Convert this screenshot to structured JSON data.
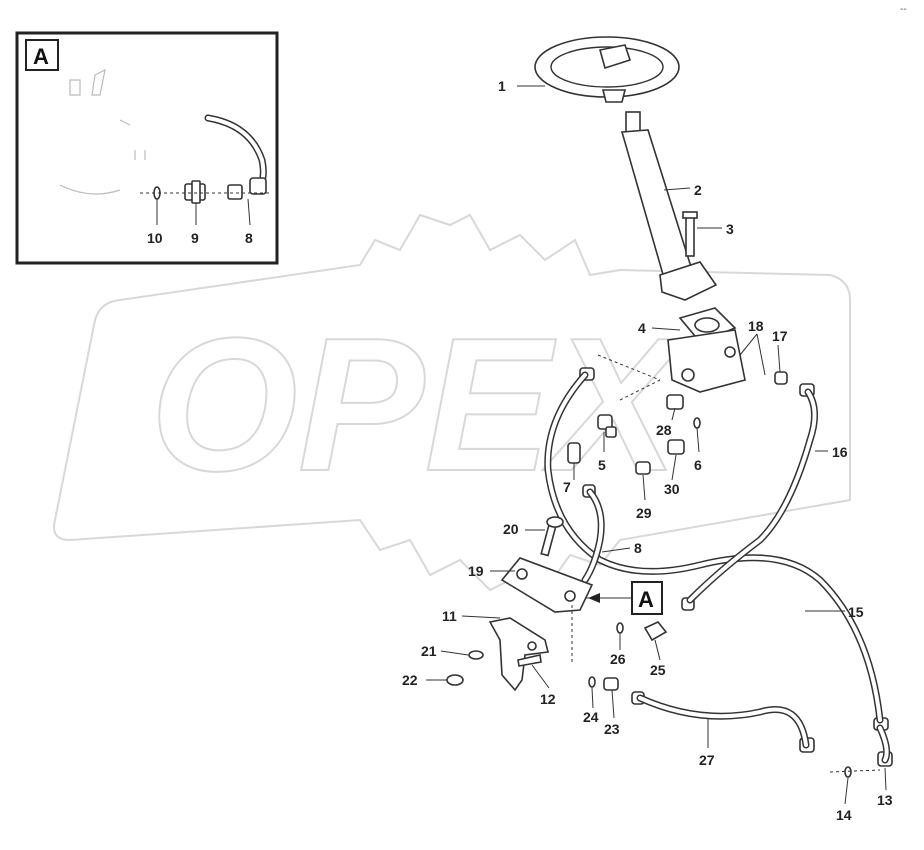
{
  "inset": {
    "tag": "A",
    "callouts": [
      "10",
      "9",
      "8"
    ]
  },
  "callouts": {
    "c1": "1",
    "c2": "2",
    "c3": "3",
    "c4": "4",
    "c5": "5",
    "c6": "6",
    "c7": "7",
    "c8": "8",
    "c11": "11",
    "c12": "12",
    "c13": "13",
    "c14": "14",
    "c15": "15",
    "c16": "16",
    "c17": "17",
    "c18": "18",
    "c19": "19",
    "c20": "20",
    "c21": "21",
    "c22": "22",
    "c23": "23",
    "c24": "24",
    "c25": "25",
    "c26": "26",
    "c27": "27",
    "c28": "28",
    "c29": "29",
    "c30": "30"
  },
  "view_marker": "A",
  "watermark": "OPEX",
  "corner_mark": "--"
}
